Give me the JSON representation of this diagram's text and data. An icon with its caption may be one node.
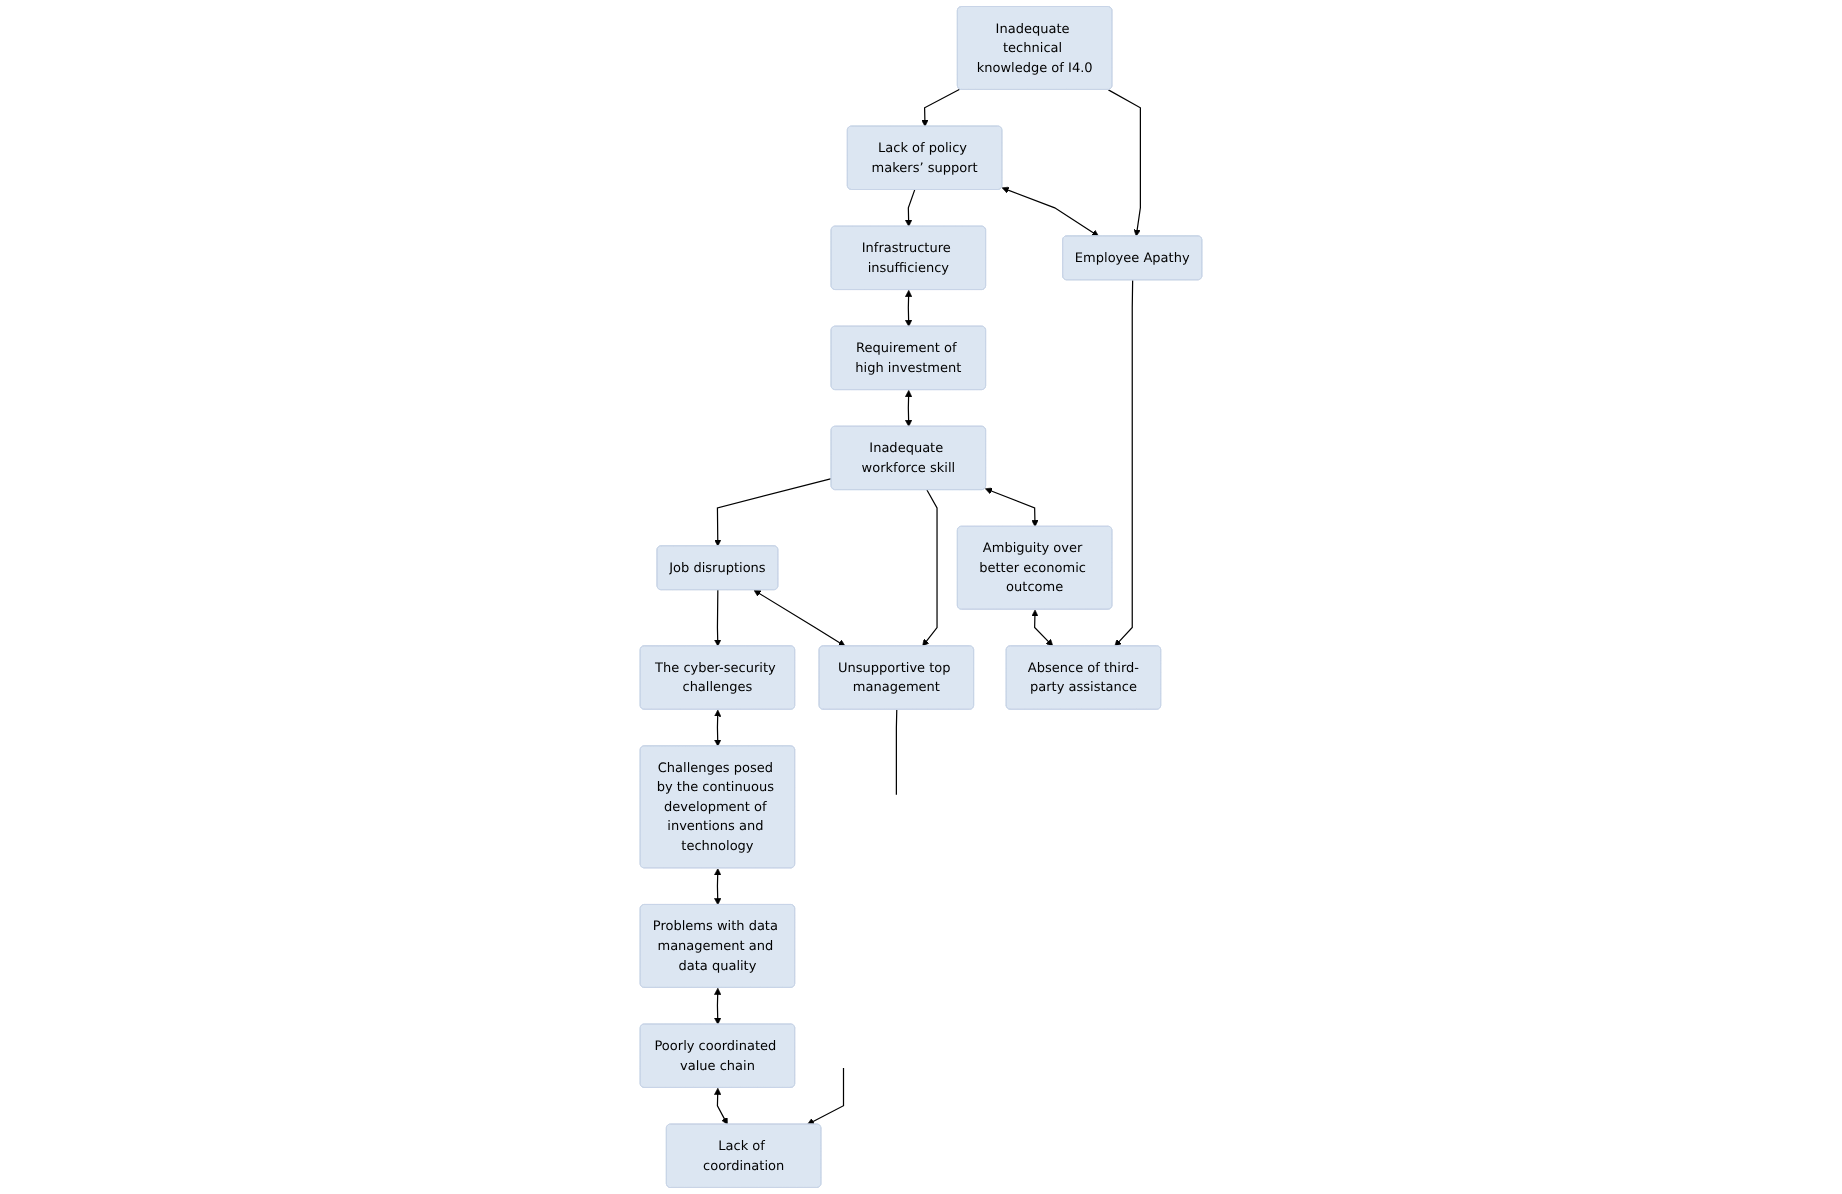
{
  "diagram": {
    "nodes": [
      {
        "text": [
          "The cyber-security challenges"
        ]
      },
      {
        "text": [
          "Challenges posed by the continuous development of inventions and technology"
        ]
      },
      {
        "text": [
          "Problems with data management and data quality"
        ]
      },
      {
        "text": [
          "Poorly coordinated value chain"
        ]
      },
      {
        "text": [
          "Lack of coordination"
        ]
      },
      {
        "text": [
          "Job disruptions"
        ]
      },
      {
        "text": [
          "Unsupportive top management"
        ]
      },
      {
        "text": [
          "Infrastructure insufficiency"
        ]
      },
      {
        "text": [
          "Requirement of high investment"
        ]
      },
      {
        "text": [
          "Inadequate workforce skill"
        ]
      },
      {
        "text": [
          "Ambiguity over better economic outcome"
        ]
      },
      {
        "text": [
          "Absence of third-party assistance"
        ]
      },
      {
        "text": [
          "Lack of policy makers’ support"
        ]
      },
      {
        "text": [
          "Employee Apathy"
        ]
      },
      {
        "text": [
          "Inadequate technical knowledge of I4.0"
        ]
      }
    ],
    "edges": [
      {
        "from": 0,
        "to": 1,
        "arrow": "both"
      },
      {
        "from": 1,
        "to": 2,
        "arrow": "both"
      },
      {
        "from": 2,
        "to": 3,
        "arrow": "both"
      },
      {
        "from": 3,
        "to": 4,
        "arrow": "both"
      },
      {
        "from": null,
        "to": 4,
        "arrow": "to"
      },
      {
        "from": 5,
        "to": 0,
        "arrow": "to"
      },
      {
        "from": 5,
        "to": 6,
        "arrow": "both"
      },
      {
        "from": 6,
        "to": null,
        "arrow": "none"
      },
      {
        "from": 9,
        "to": 5,
        "arrow": "to"
      },
      {
        "from": 9,
        "to": 6,
        "arrow": "to"
      },
      {
        "from": 7,
        "to": 8,
        "arrow": "both"
      },
      {
        "from": 8,
        "to": 9,
        "arrow": "both"
      },
      {
        "from": 9,
        "to": 10,
        "arrow": "both"
      },
      {
        "from": 10,
        "to": 11,
        "arrow": "both"
      },
      {
        "from": 12,
        "to": 7,
        "arrow": "to"
      },
      {
        "from": 12,
        "to": 13,
        "arrow": "both"
      },
      {
        "from": 13,
        "to": 11,
        "arrow": "to"
      },
      {
        "from": 14,
        "to": 12,
        "arrow": "to"
      },
      {
        "from": 14,
        "to": 13,
        "arrow": "to"
      }
    ]
  }
}
